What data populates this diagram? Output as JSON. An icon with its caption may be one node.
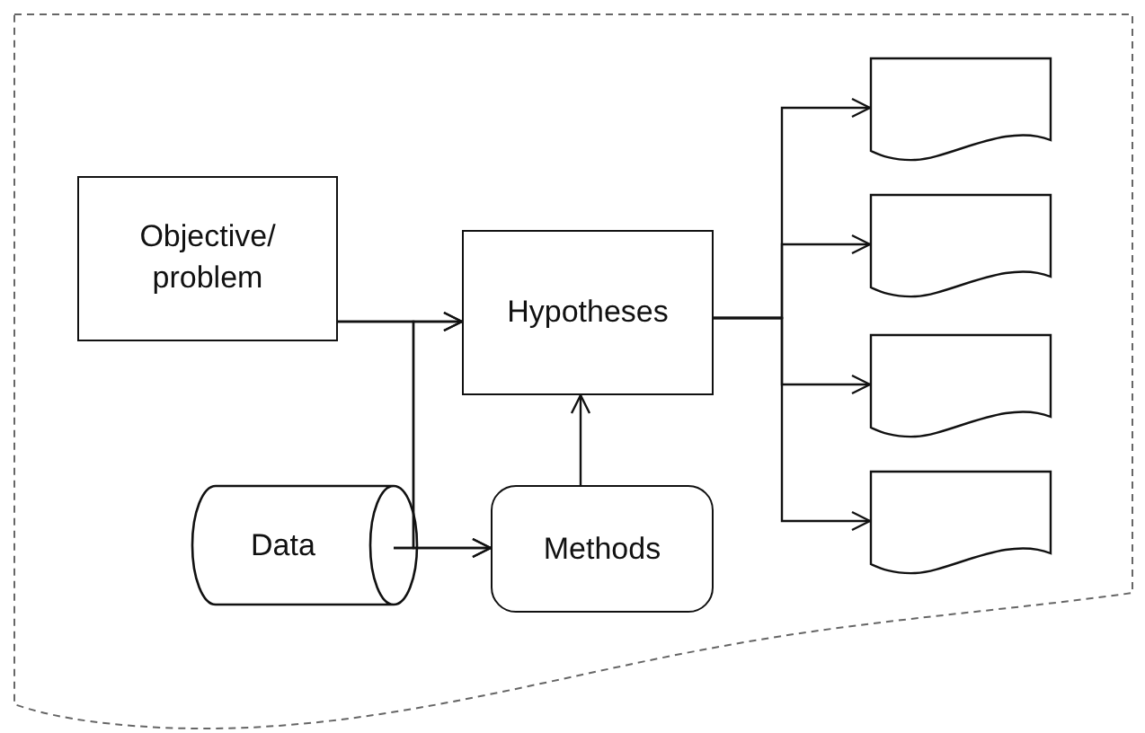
{
  "diagram": {
    "nodes": [
      {
        "text": [
          "Objective/ problem"
        ]
      },
      {
        "text": [
          "Hypotheses"
        ]
      },
      {
        "text": [
          "Data"
        ]
      },
      {
        "text": [
          "Methods"
        ]
      },
      {
        "text": [],
        "shape": "document"
      },
      {
        "text": [],
        "shape": "document"
      },
      {
        "text": [],
        "shape": "document"
      },
      {
        "text": [],
        "shape": "document"
      }
    ],
    "edges": [
      {
        "from": 0,
        "to": 1,
        "arrow": "to"
      },
      {
        "from": 0,
        "to": 3,
        "arrow": "to"
      },
      {
        "from": 2,
        "to": 3,
        "arrow": "to"
      },
      {
        "from": 2,
        "to": 1,
        "arrow": "to"
      },
      {
        "from": 3,
        "to": 1,
        "arrow": "to"
      },
      {
        "from": 1,
        "to": 4,
        "arrow": "to"
      },
      {
        "from": 1,
        "to": 5,
        "arrow": "to"
      },
      {
        "from": 1,
        "to": 6,
        "arrow": "to"
      },
      {
        "from": 1,
        "to": 7,
        "arrow": "to"
      }
    ]
  }
}
